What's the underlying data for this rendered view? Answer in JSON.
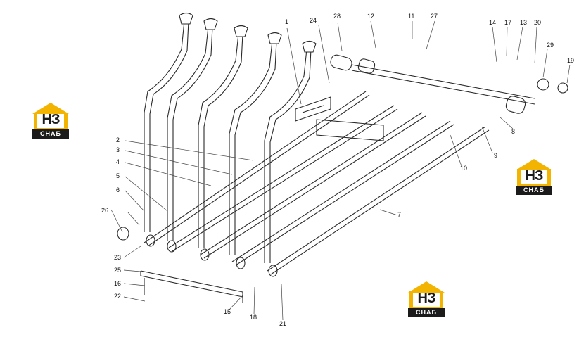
{
  "logo": {
    "mark": "НЗ",
    "band": "СНАБ"
  },
  "callouts": [
    "1",
    "2",
    "3",
    "4",
    "5",
    "6",
    "7",
    "8",
    "9",
    "10",
    "11",
    "12",
    "13",
    "14",
    "15",
    "16",
    "17",
    "18",
    "19",
    "20",
    "21",
    "22",
    "23",
    "24",
    "25",
    "26",
    "27",
    "28",
    "29"
  ],
  "colors": {
    "line": "#2a2a2a",
    "logo_yellow": "#f2b400",
    "logo_dark": "#1b1b1b"
  }
}
